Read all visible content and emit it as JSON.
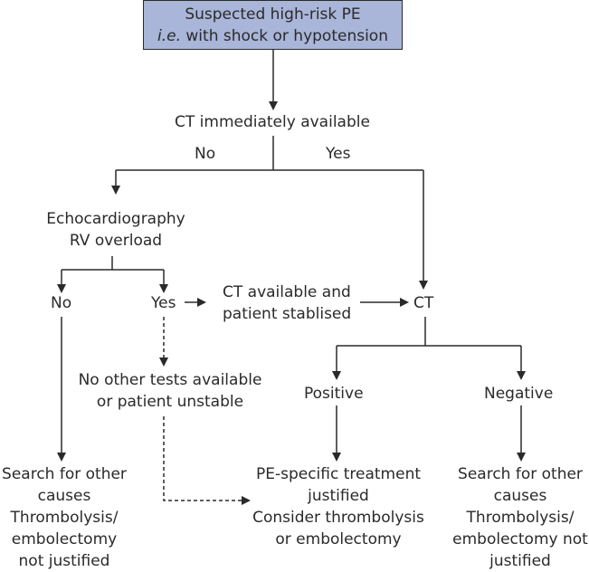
{
  "start_box": {
    "line1": "Suspected high-risk PE",
    "line2_italic": "i.e.",
    "line2_rest": " with shock or hypotension"
  },
  "ct_available": "CT immediately available",
  "branch_no": "No",
  "branch_yes": "Yes",
  "echo": {
    "line1": "Echocardiography",
    "line2": "RV overload"
  },
  "echo_no": "No",
  "echo_yes": "Yes",
  "ct_stabilised": {
    "line1": "CT available and",
    "line2": "patient stablised"
  },
  "ct": "CT",
  "no_tests": {
    "line1": "No other tests available",
    "line2": "or patient unstable"
  },
  "positive": "Positive",
  "negative": "Negative",
  "left_outcome": {
    "lines": [
      "Search for other",
      "causes",
      "Thrombolysis/",
      "embolectomy",
      "not justified"
    ]
  },
  "mid_outcome": {
    "lines": [
      "PE-specific treatment",
      "justified",
      "Consider thrombolysis",
      "or embolectomy"
    ]
  },
  "right_outcome": {
    "lines": [
      "Search for other",
      "causes",
      "Thrombolysis/",
      "embolectomy not",
      "justified"
    ]
  },
  "colors": {
    "box_fill": "#a9b5d9",
    "line": "#2a2a2a"
  }
}
